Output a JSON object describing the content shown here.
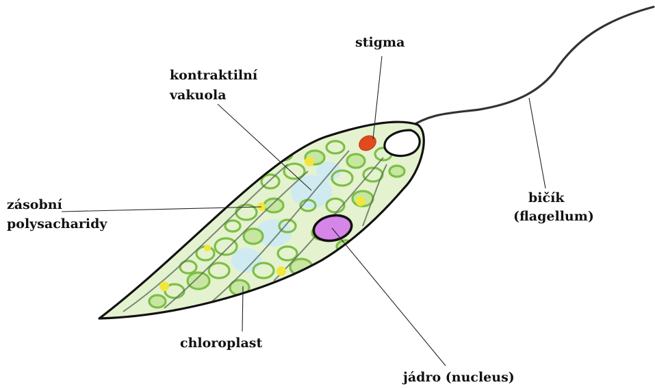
{
  "labels": {
    "stigma": "stigma",
    "vacuole_line1": "kontraktilní",
    "vacuole_line2": "vakuola",
    "polysaccharide_line1": "zásobní",
    "polysaccharide_line2": "polysacharidy",
    "chloroplast": "chloroplast",
    "flagellum_line1": "bičík",
    "flagellum_line2": "(flagellum)",
    "nucleus": "jádro (nucleus)"
  },
  "colors": {
    "outline": "#111111",
    "cytoplasm": "#dff0c8",
    "chloroplast": "#7dbf45",
    "chloroplast_fill": "#c7e6a2",
    "vacuole": "#cdeaf2",
    "polysaccharide": "#f2e63a",
    "stigma": "#e04a1c",
    "nucleus": "#d685e8"
  }
}
